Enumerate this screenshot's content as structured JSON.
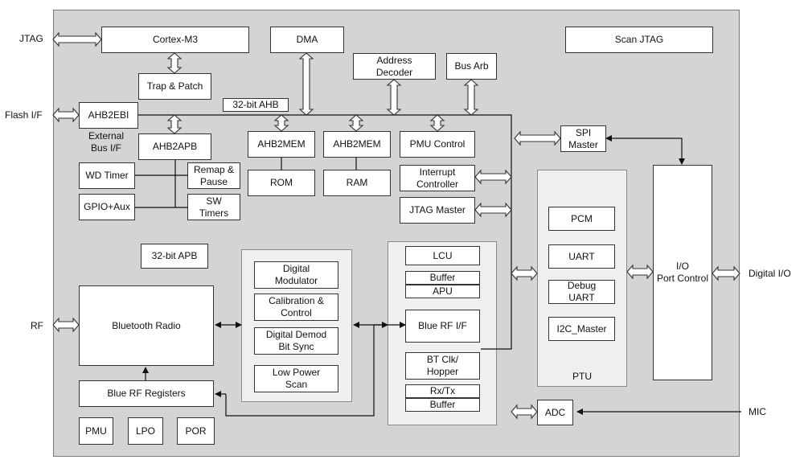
{
  "external": {
    "jtag": "JTAG",
    "flash_if": "Flash I/F",
    "rf": "RF",
    "digital_io": "Digital I/O",
    "mic": "MIC"
  },
  "blocks": {
    "cortex_m3": "Cortex-M3",
    "dma": "DMA",
    "scan_jtag": "Scan JTAG",
    "address_decoder": "Address\nDecoder",
    "bus_arb": "Bus Arb",
    "trap_patch": "Trap & Patch",
    "bus_ahb": "32-bit AHB",
    "ahb2ebi": "AHB2EBI",
    "external_bus_if": "External\nBus I/F",
    "ahb2apb": "AHB2APB",
    "ahb2mem_rom": "AHB2MEM",
    "ahb2mem_ram": "AHB2MEM",
    "pmu_control": "PMU Control",
    "spi_master": "SPI\nMaster",
    "wd_timer": "WD Timer",
    "remap_pause": "Remap &\nPause",
    "rom": "ROM",
    "ram": "RAM",
    "interrupt_controller": "Interrupt\nController",
    "gpio_aux": "GPIO+Aux",
    "sw_timers": "SW\nTimers",
    "jtag_master": "JTAG Master",
    "bus_apb": "32-bit APB",
    "digital_modulator": "Digital\nModulator",
    "calibration_control": "Calibration &\nControl",
    "digital_demod": "Digital Demod\nBit Sync",
    "low_power_scan": "Low Power\nScan",
    "lcu": "LCU",
    "buffer_top": "Buffer",
    "apu": "APU",
    "blue_rf_if": "Blue RF I/F",
    "bt_clk_hopper": "BT Clk/\nHopper",
    "rx_tx": "Rx/Tx",
    "buffer_bottom": "Buffer",
    "bluetooth_radio": "Bluetooth Radio",
    "blue_rf_registers": "Blue RF Registers",
    "pmu": "PMU",
    "lpo": "LPO",
    "por": "POR",
    "pcm": "PCM",
    "uart": "UART",
    "debug_uart": "Debug\nUART",
    "i2c_master": "I2C_Master",
    "ptu": "PTU",
    "io_port_control": "I/O\nPort Control",
    "adc": "ADC"
  },
  "colors": {
    "chip_background": "#d4d4d4",
    "group_background": "#efefef",
    "block_fill": "#ffffff",
    "line": "#111111"
  }
}
